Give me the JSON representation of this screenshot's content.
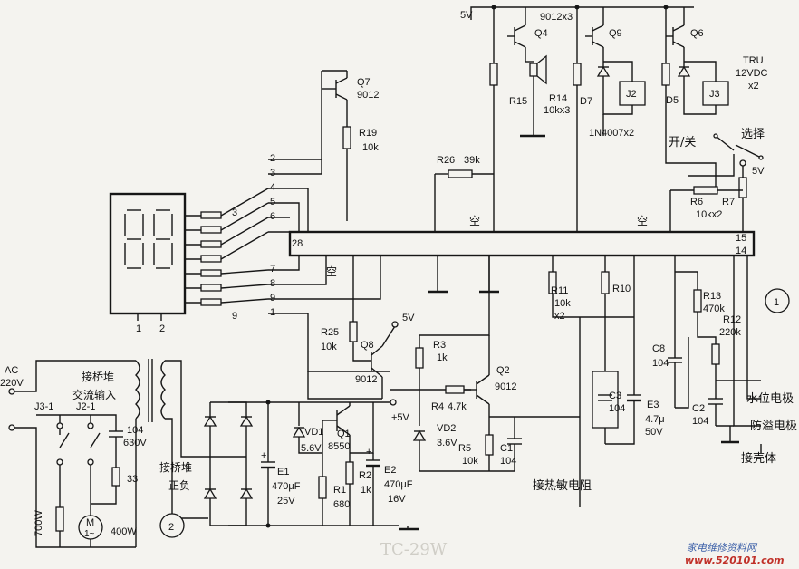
{
  "labels": {
    "supply_5v_top": "5V",
    "q_array": "9012x3",
    "q4": "Q4",
    "q9": "Q9",
    "q6": "Q6",
    "q7": "Q7",
    "q7_type": "9012",
    "r19": "R19",
    "r19_val": "10k",
    "r15": "R15",
    "r14": "R14",
    "r14_val": "10kx3",
    "d7": "D7",
    "j2": "J2",
    "d5": "D5",
    "j3": "J3",
    "tru": "TRU",
    "tru_val": "12VDC",
    "tru_cnt": "x2",
    "diode_type": "1N4007x2",
    "switch_label": "开/关",
    "select_label": "选择",
    "r26": "R26",
    "r26_val": "39k",
    "empty_1": "空",
    "empty_2": "空",
    "empty_3": "空",
    "supply_5v_r": "5V",
    "r6": "R6",
    "r6_val": "10kx2",
    "r7": "R7",
    "pin_28": "28",
    "pin_15": "15",
    "pin_14": "14",
    "pin_2": "2",
    "pin_3": "3",
    "pin_4": "4",
    "pin_5": "5",
    "pin_6": "6",
    "pin_7": "7",
    "pin_8": "8",
    "pin_9": "9",
    "pin_1": "1",
    "disp_pin3": "3",
    "disp_pin9": "9",
    "disp_pin1": "1",
    "disp_pin2": "2",
    "r11": "R11",
    "r11_val": "10k",
    "r11_cnt": "x2",
    "r10": "R10",
    "r13": "R13",
    "r13_val": "470k",
    "r12": "R12",
    "r12_val": "220k",
    "c8": "C8",
    "c8_val": "104",
    "c3": "C3",
    "c3_val": "104",
    "e3": "E3",
    "e3_val": "4.7μ",
    "e3_v": "50V",
    "c2": "C2",
    "c2_val": "104",
    "water_level": "水位电极",
    "overflow": "防溢电极",
    "case": "接壳体",
    "thermistor": "接热敏电阻",
    "circle_1": "1",
    "circle_2": "2",
    "r25": "R25",
    "r25_val": "10k",
    "q8": "Q8",
    "q8_type": "9012",
    "supply_5v_q8": "5V",
    "r3": "R3",
    "r3_val": "1k",
    "q2": "Q2",
    "q2_type": "9012",
    "r4": "R4",
    "r4_val": "4.7k",
    "vd2": "VD2",
    "vd2_val": "3.6V",
    "r5": "R5",
    "r5_val": "10k",
    "c1": "C1",
    "c1_val": "104",
    "ac": "AC",
    "ac_v": "220V",
    "bridge_in": "接桥堆",
    "bridge_in2": "交流输入",
    "j3_1": "J3-1",
    "j2_1": "J2-1",
    "cap_104": "104",
    "cap_630": "630V",
    "r33": "33",
    "p700": "700W",
    "p400": "400W",
    "motor": "M",
    "motor_sub": "1~",
    "bridge_pn": "接桥堆",
    "bridge_pn2": "正负",
    "e1": "E1",
    "e1_val": "470μF",
    "e1_v": "25V",
    "vd1": "VD1",
    "vd1_val": "5.6V",
    "q1": "Q1",
    "q1_type": "8550",
    "r1": "R1",
    "r1_val": "680",
    "r2": "R2",
    "r2_val": "1k",
    "e2": "E2",
    "e2_val": "470μF",
    "e2_v": "16V",
    "plus_5v": "+5V",
    "wm_cn": "家电维修资料网",
    "wm_url": "www.520101.com"
  }
}
